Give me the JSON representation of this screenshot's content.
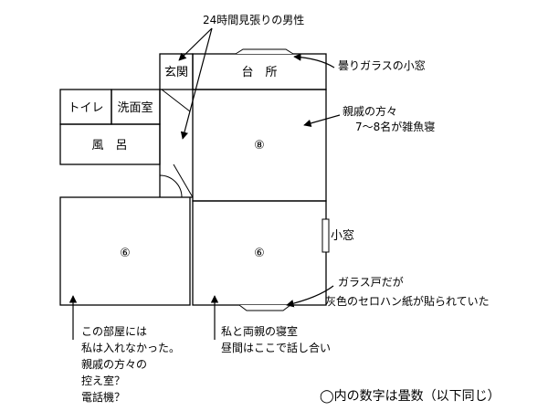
{
  "rooms": {
    "genkan": "玄関",
    "daidokoro": "台　所",
    "toilet": "トイレ",
    "senmenjo": "洗面室",
    "furo": "風　呂",
    "room_top_right_size": "⑧",
    "room_bottom_left_size": "⑥",
    "room_bottom_mid_size": "⑥"
  },
  "small_window": "小窓",
  "annotations": {
    "watchman": "24時間見張りの男性",
    "frosted_glass": "曇りガラスの小窓",
    "relatives_l1": "親戚の方々",
    "relatives_l2": "7～8名が雑魚寝",
    "glass_door_l1": "ガラス戸だが",
    "glass_door_l2": "灰色のセロハン紙が貼られていた",
    "left_room_l1": "この部屋には",
    "left_room_l2": "私は入れなかった。",
    "left_room_l3": "親戚の方々の",
    "left_room_l4": "控え室？",
    "left_room_l5": "電話機？",
    "my_room_l1": "私と両親の寝室",
    "my_room_l2": "昼間はここで話し合い"
  },
  "legend": "◯内の数字は畳数（以下同じ）"
}
